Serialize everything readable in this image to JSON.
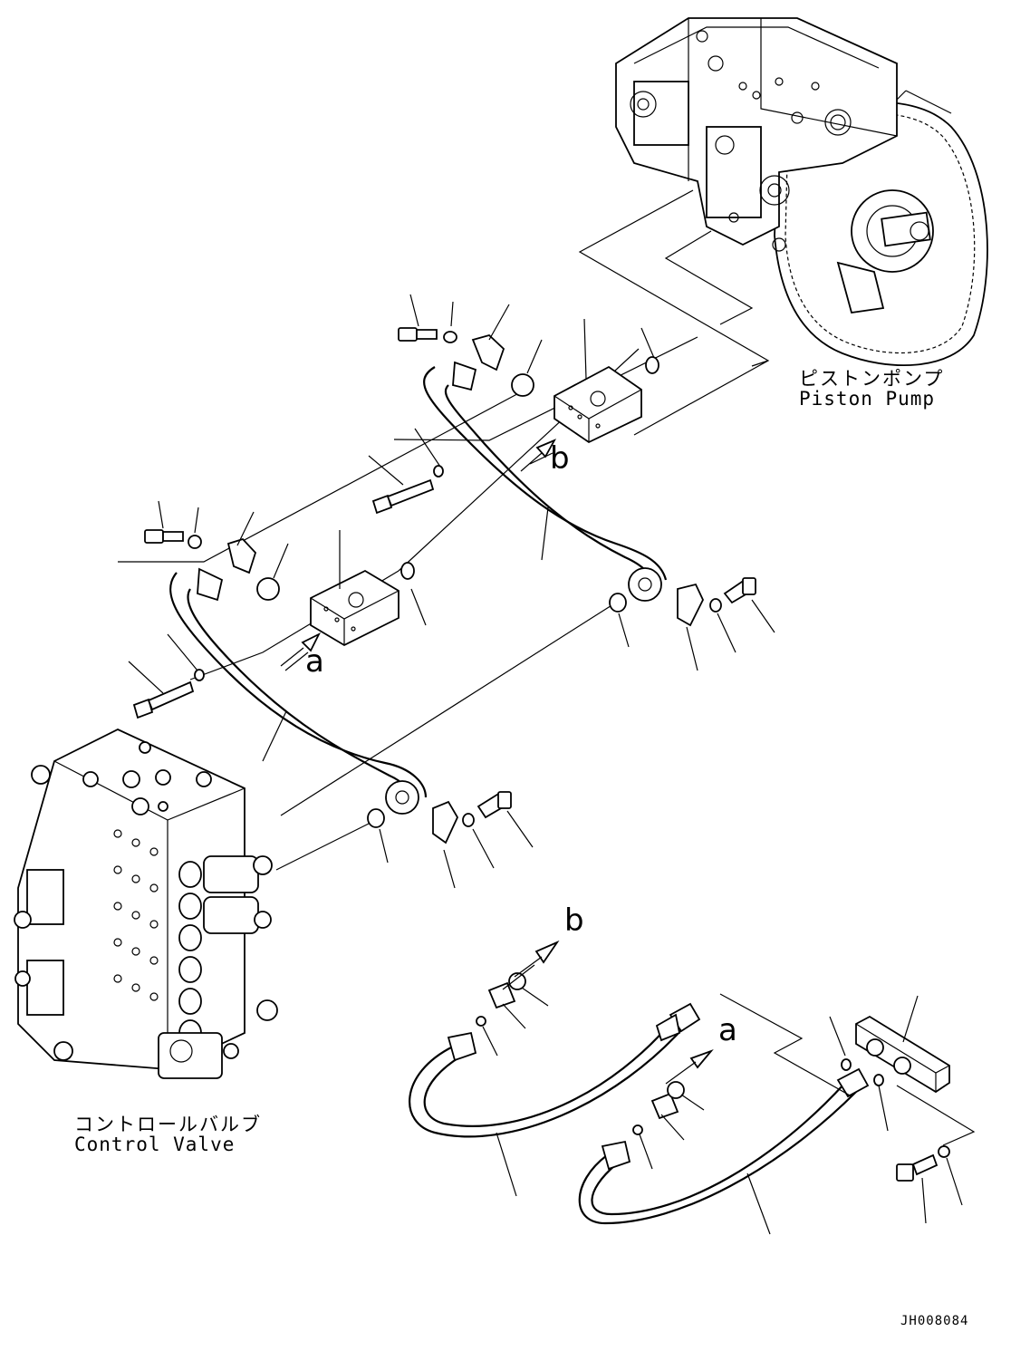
{
  "labels": {
    "piston_pump_jp": "ピストンポンプ",
    "piston_pump_en": "Piston Pump",
    "control_valve_jp": "コントロールバルブ",
    "control_valve_en": "Control Valve"
  },
  "callouts": {
    "a_upper": "a",
    "b_upper": "b",
    "a_lower": "a",
    "b_lower": "b"
  },
  "drawing_code": "JH008084"
}
